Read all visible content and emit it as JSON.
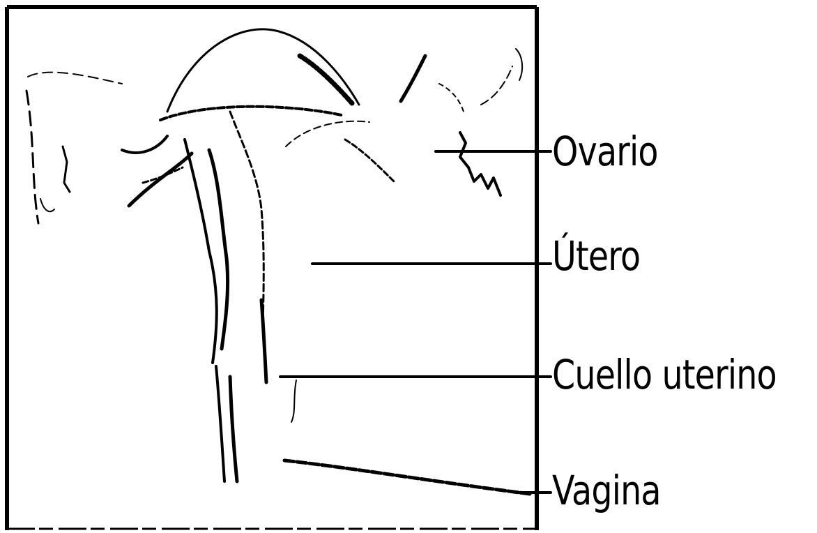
{
  "diagram": {
    "labels": {
      "ovario": "Ovario",
      "utero": "Útero",
      "cuello": "Cuello uterino",
      "vagina": "Vagina"
    },
    "colors": {
      "ink": "#000000",
      "background": "#ffffff"
    }
  }
}
